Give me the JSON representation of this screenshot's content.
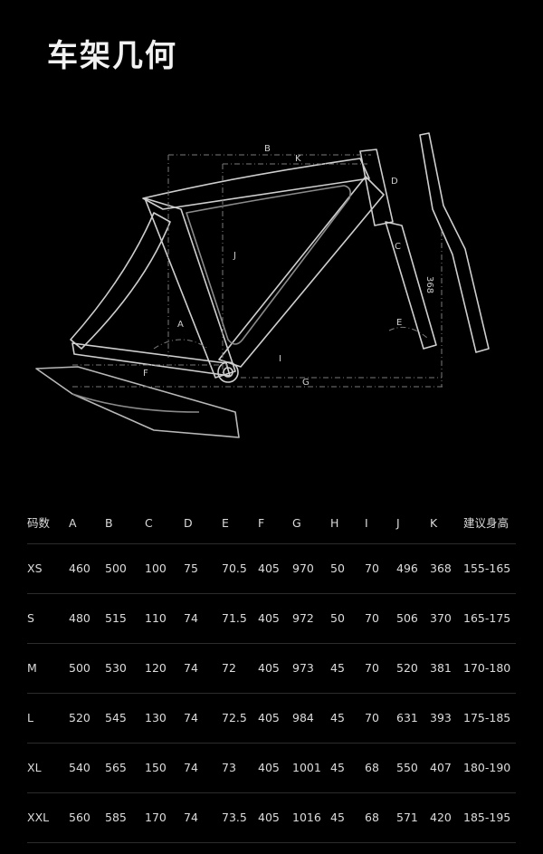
{
  "page": {
    "title": "车架几何"
  },
  "diagram": {
    "labels": {
      "b": "B",
      "k": "K",
      "j": "J",
      "d": "D",
      "a": "A",
      "e": "E",
      "f": "F",
      "g": "G",
      "c": "C",
      "i": "I",
      "fork_length": "368"
    }
  },
  "table": {
    "headers": [
      "码数",
      "A",
      "B",
      "C",
      "D",
      "E",
      "F",
      "G",
      "H",
      "I",
      "J",
      "K",
      "建议身高"
    ],
    "rows": [
      [
        "XS",
        "460",
        "500",
        "100",
        "75",
        "70.5",
        "405",
        "970",
        "50",
        "70",
        "496",
        "368",
        "155-165"
      ],
      [
        "S",
        "480",
        "515",
        "110",
        "74",
        "71.5",
        "405",
        "972",
        "50",
        "70",
        "506",
        "370",
        "165-175"
      ],
      [
        "M",
        "500",
        "530",
        "120",
        "74",
        "72",
        "405",
        "973",
        "45",
        "70",
        "520",
        "381",
        "170-180"
      ],
      [
        "L",
        "520",
        "545",
        "130",
        "74",
        "72.5",
        "405",
        "984",
        "45",
        "70",
        "631",
        "393",
        "175-185"
      ],
      [
        "XL",
        "540",
        "565",
        "150",
        "74",
        "73",
        "405",
        "1001",
        "45",
        "68",
        "550",
        "407",
        "180-190"
      ],
      [
        "XXL",
        "560",
        "585",
        "170",
        "74",
        "73.5",
        "405",
        "1016",
        "45",
        "68",
        "571",
        "420",
        "185-195"
      ]
    ]
  }
}
